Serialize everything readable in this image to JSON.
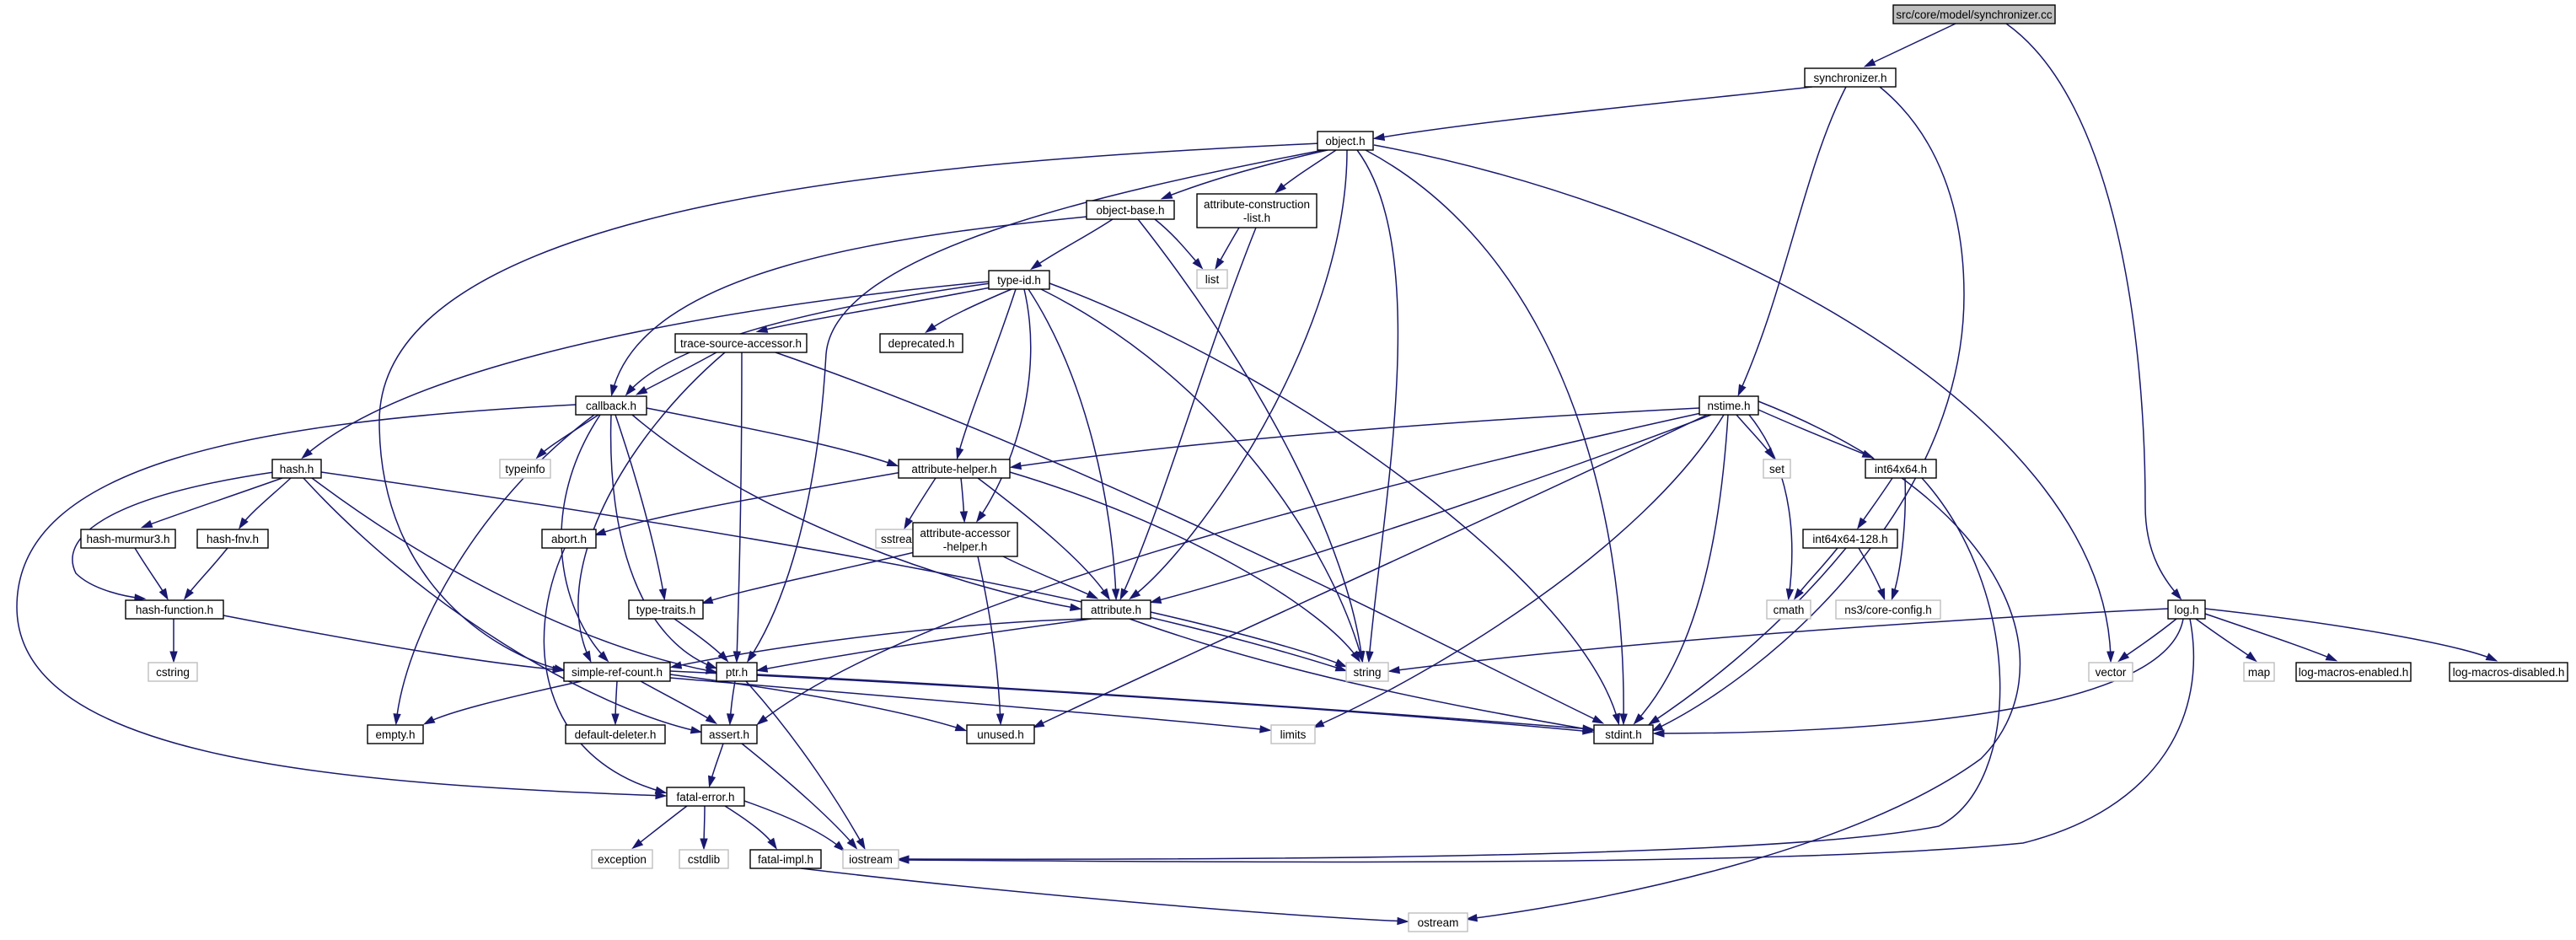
{
  "root_label": "src/core/model/synchronizer.cc",
  "nodes": {
    "root": "src/core/model/synchronizer.cc",
    "synchronizer": "synchronizer.h",
    "object": "object.h",
    "log": "log.h",
    "object_base": "object-base.h",
    "attr_construction_1": "attribute-construction",
    "attr_construction_2": "-list.h",
    "list": "list",
    "type_id": "type-id.h",
    "deprecated": "deprecated.h",
    "trace_source_accessor": "trace-source-accessor.h",
    "callback": "callback.h",
    "typeinfo": "typeinfo",
    "hash": "hash.h",
    "attribute_helper": "attribute-helper.h",
    "sstream": "sstream",
    "attribute_accessor_helper_1": "attribute-accessor",
    "attribute_accessor_helper_2": "-helper.h",
    "hash_murmur3": "hash-murmur3.h",
    "hash_fnv": "hash-fnv.h",
    "abort": "abort.h",
    "hash_function": "hash-function.h",
    "type_traits": "type-traits.h",
    "attribute": "attribute.h",
    "cstring": "cstring",
    "simple_ref_count": "simple-ref-count.h",
    "ptr": "ptr.h",
    "string": "string",
    "empty": "empty.h",
    "default_deleter": "default-deleter.h",
    "assert": "assert.h",
    "unused": "unused.h",
    "limits": "limits",
    "stdint": "stdint.h",
    "fatal_error": "fatal-error.h",
    "exception": "exception",
    "cstdlib": "cstdlib",
    "fatal_impl": "fatal-impl.h",
    "iostream": "iostream",
    "ostream": "ostream",
    "nstime": "nstime.h",
    "set": "set",
    "int64x64": "int64x64.h",
    "int64x64_128": "int64x64-128.h",
    "cmath": "cmath",
    "core_config": "ns3/core-config.h",
    "vector": "vector",
    "map": "map",
    "log_macros_enabled": "log-macros-enabled.h",
    "log_macros_disabled": "log-macros-disabled.h"
  },
  "colors": {
    "edge": "#191970",
    "root_fill": "#bfbfbf",
    "node_border": "#000000",
    "system_header_border": "#bfbfbf"
  }
}
